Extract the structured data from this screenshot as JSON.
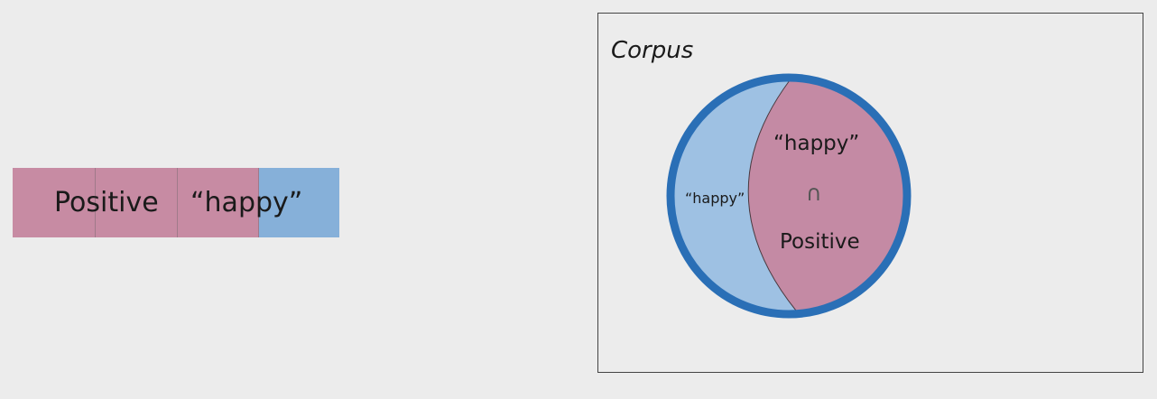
{
  "bar": {
    "positive_label": "Positive",
    "word_label": "“happy”",
    "positive_color": "#c78ba3",
    "other_color": "#86b0d9",
    "divider_color": "#a07a8a",
    "num_cells": 4
  },
  "corpus": {
    "title": "Corpus",
    "circle_border_color": "#2a6fb6",
    "happy_region_color": "#9ec1e3",
    "intersection_color": "#c48aa4",
    "happy_label": "“happy”",
    "intersection_top_label": "“happy”",
    "intersection_symbol": "∩",
    "intersection_bottom_label": "Positive"
  }
}
